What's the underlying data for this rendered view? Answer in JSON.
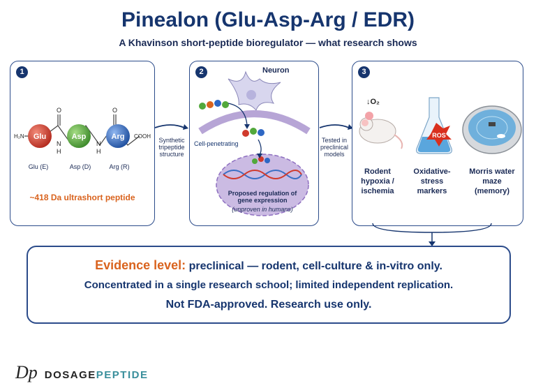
{
  "header": {
    "title": "Pinealon (Glu-Asp-Arg / EDR)",
    "subtitle": "A Khavinson short-peptide bioregulator — what research shows"
  },
  "panel1": {
    "number": "1",
    "n_term": "H₂N",
    "c_term": "COOH",
    "carbonyl_o": "O",
    "amide_n": "N",
    "amide_h": "H",
    "residues": [
      {
        "short": "Glu",
        "label": "Glu (E)",
        "color": "#d03a2c"
      },
      {
        "short": "Asp",
        "label": "Asp (D)",
        "color": "#52a83b"
      },
      {
        "short": "Arg",
        "label": "Arg (R)",
        "color": "#2e67c4"
      }
    ],
    "mass_text": "~418 Da ultrashort peptide"
  },
  "arrow1_label": "Synthetic tripeptide structure",
  "panel2": {
    "number": "2",
    "cell_label": "Neuron",
    "penetrating_label": "Cell-penetrating",
    "regulation_label": "Proposed regulation of gene expression",
    "caveat": "(unproven in humans)"
  },
  "arrow2_label": "Tested in preclinical models",
  "panel3": {
    "number": "3",
    "o2_label": "↓O₂",
    "ros_label": "ROS",
    "models": [
      "Rodent hypoxia / ischemia",
      "Oxidative-stress markers",
      "Morris water maze (memory)"
    ]
  },
  "evidence": {
    "prefix": "Evidence level:",
    "line1": "preclinical — rodent, cell-culture & in-vitro only.",
    "line2": "Concentrated in a single research school; limited independent replication.",
    "line3": "Not FDA-approved. Research use only."
  },
  "brand": {
    "mark": "Dp",
    "word1": "DOSAGE",
    "word2": "PEPTIDE"
  },
  "colors": {
    "navy": "#16356e",
    "orange": "#d9631e",
    "teal": "#3a8f9c"
  }
}
